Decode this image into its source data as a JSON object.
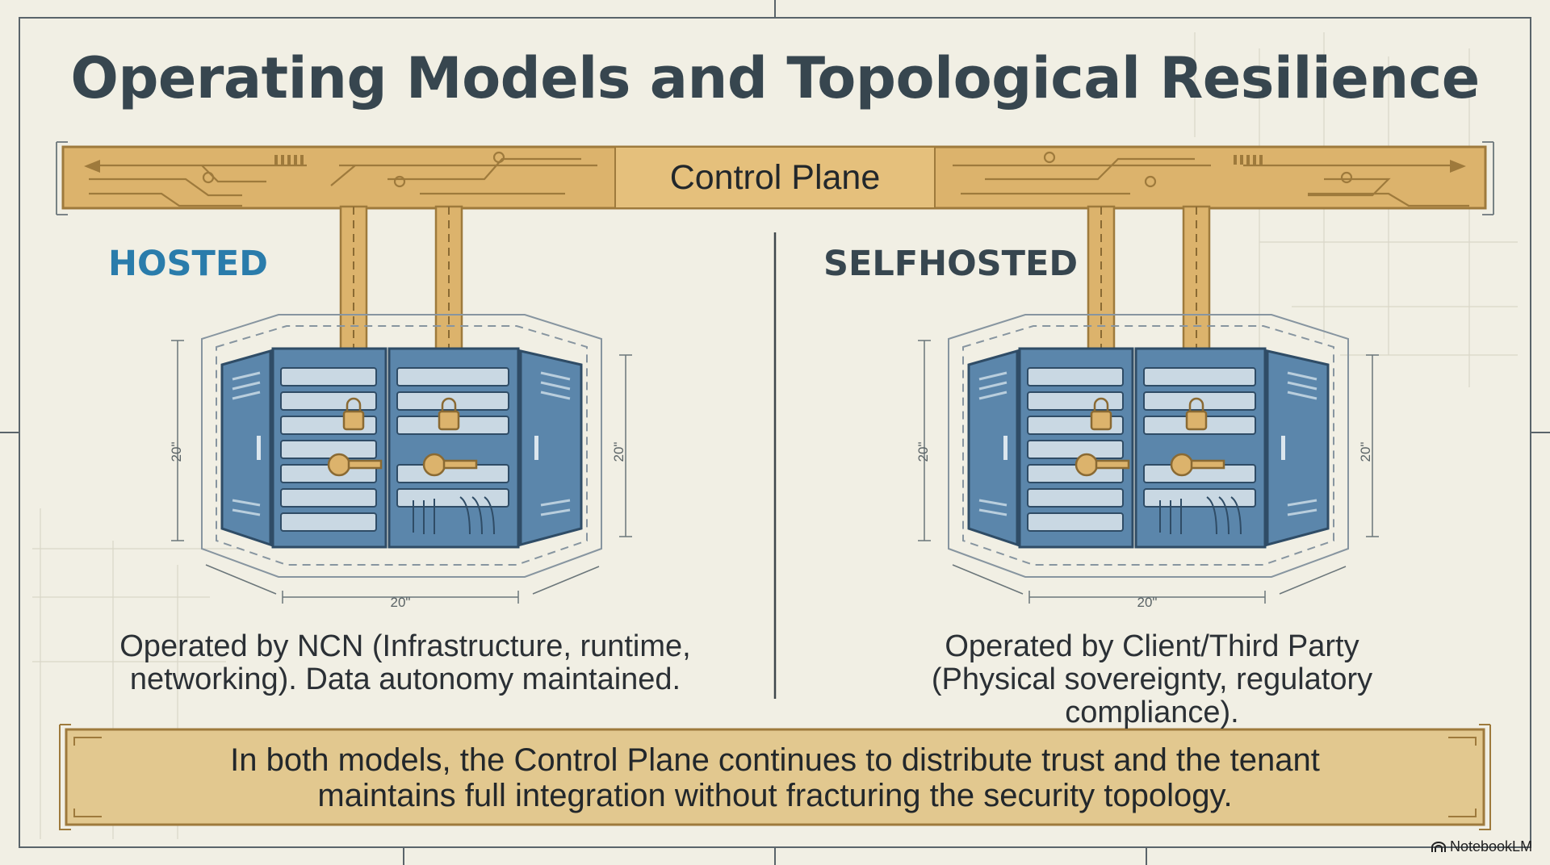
{
  "title": "Operating Models and Topological Resilience",
  "control_plane": {
    "label": "Control Plane"
  },
  "hosted": {
    "title": "HOSTED",
    "description_line1": "Operated by NCN (Infrastructure, runtime,",
    "description_line2": "networking). Data autonomy maintained."
  },
  "selfhosted": {
    "title": "SELFHOSTED",
    "description_line1": "Operated by Client/Third Party",
    "description_line2": "(Physical sovereignty, regulatory compliance)."
  },
  "dimensions": {
    "height": "20\"",
    "width": "20\""
  },
  "footer": {
    "line1": "In both models, the Control Plane continues to distribute trust and the tenant",
    "line2": "maintains full integration without fracturing the security topology."
  },
  "brand": {
    "name": "NotebookLM",
    "icon": "notebook-logo-icon"
  },
  "colors": {
    "background": "#f1efe4",
    "control_plane": "#dcb36c",
    "server_blue": "#5b86ab",
    "hosted_title": "#2a7cab",
    "title": "#37464f"
  }
}
